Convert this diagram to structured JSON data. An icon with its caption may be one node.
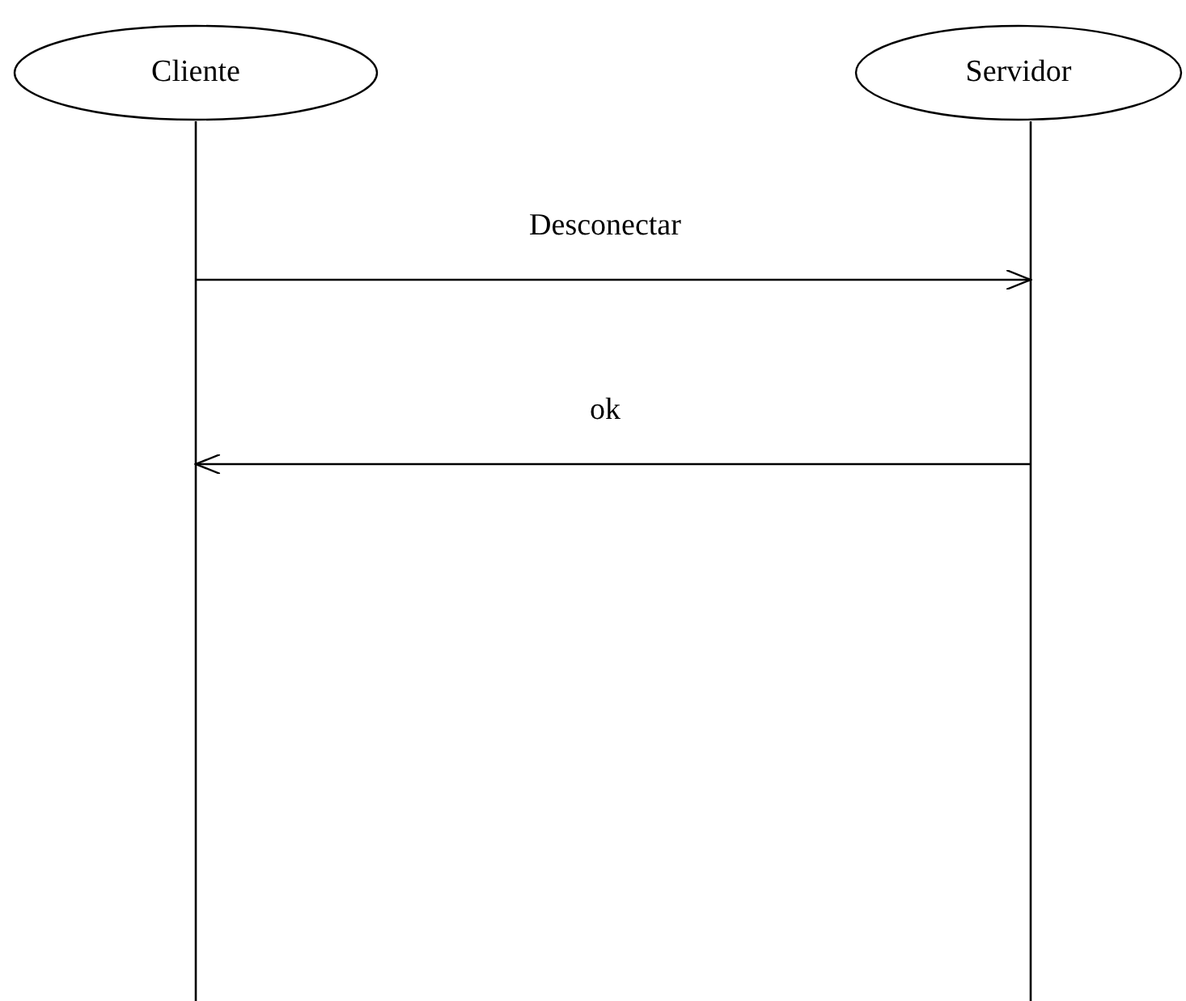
{
  "diagram": {
    "nodes": [
      {
        "text": [
          "Cliente"
        ]
      },
      {
        "text": [
          "Servidor"
        ]
      }
    ],
    "edges": [
      {
        "from": 0,
        "to": 1,
        "arrow": "to",
        "label": "Desconectar"
      },
      {
        "from": 1,
        "to": 0,
        "arrow": "to",
        "label": "ok"
      }
    ]
  }
}
